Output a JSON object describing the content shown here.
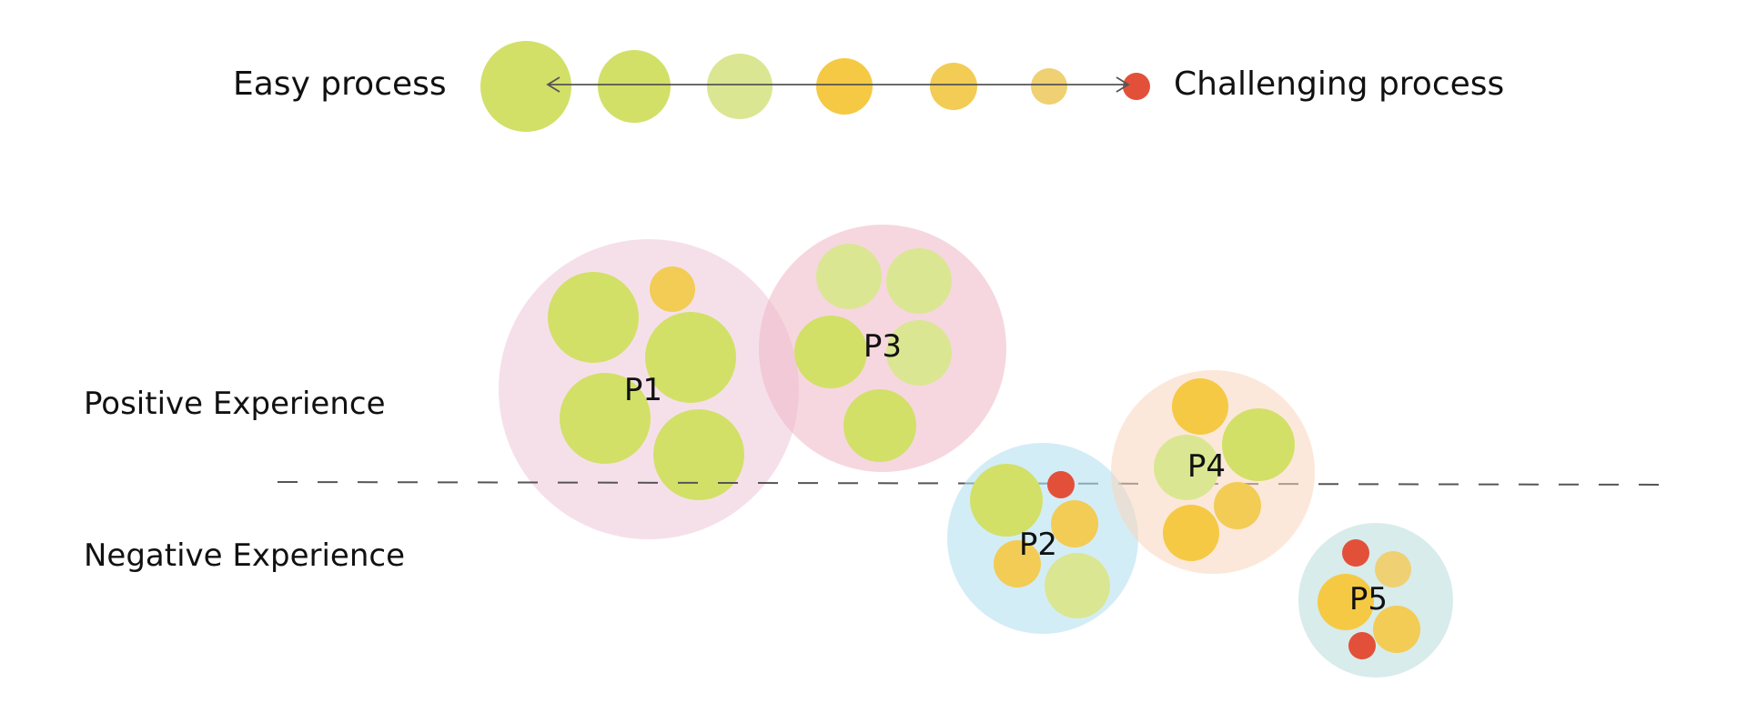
{
  "legend": {
    "left_label": "Easy process",
    "right_label": "Challenging process",
    "circles": [
      {
        "level": 1,
        "color": "#d2e068"
      },
      {
        "level": 2,
        "color": "#d2e068"
      },
      {
        "level": 3,
        "color": "#dbe692"
      },
      {
        "level": 4,
        "color": "#f6c944"
      },
      {
        "level": 5,
        "color": "#f2cc55"
      },
      {
        "level": 6,
        "color": "#efd072"
      },
      {
        "level": 7,
        "color": "#e3503a"
      }
    ]
  },
  "zones": {
    "positive_label": "Positive Experience",
    "negative_label": "Negative Experience"
  },
  "palette": {
    "green_strong": "#d2e068",
    "green_light": "#dbe692",
    "yellow_strong": "#f6c944",
    "yellow_mid": "#f2cc55",
    "yellow_light": "#efd072",
    "red": "#e3503a",
    "divider": "#555555"
  },
  "participants": [
    {
      "id": "P1",
      "label": "P1",
      "bg": "#ecc2d6"
    },
    {
      "id": "P3",
      "label": "P3",
      "bg": "#eeb6c4"
    },
    {
      "id": "P2",
      "label": "P2",
      "bg": "#b6e1f1"
    },
    {
      "id": "P4",
      "label": "P4",
      "bg": "#f9d6bb"
    },
    {
      "id": "P5",
      "label": "P5",
      "bg": "#bde0dd"
    }
  ]
}
